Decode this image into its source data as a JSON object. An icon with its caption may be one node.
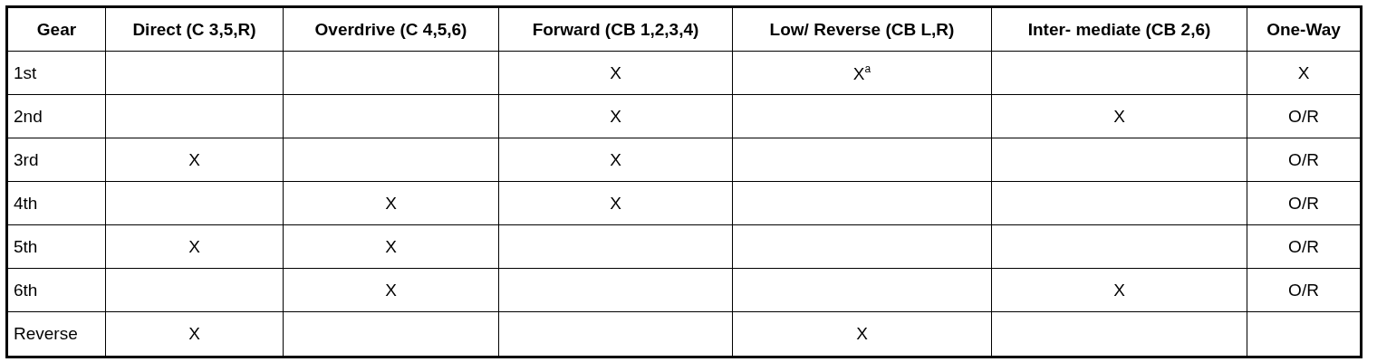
{
  "diagram": {
    "labels": [
      "Gear",
      "Direct (C 3,5,R)",
      "Overdrive (C 4,5,6)",
      "Forward (CB 1,2,3,4)",
      "Low/ Reverse (CB L,R)",
      "Inter- mediate (CB 2,6)",
      "One-Way",
      "1st",
      "X",
      "X$^{a}$",
      "X",
      "2nd",
      "X",
      "X",
      "O/R",
      "3rd",
      "X",
      "X",
      "O/R",
      "4th",
      "X",
      "X",
      "O/R",
      "5th",
      "X",
      "X",
      "O/R",
      "6th",
      "X",
      "X",
      "O/R",
      "Reverse",
      "X",
      "X"
    ]
  }
}
